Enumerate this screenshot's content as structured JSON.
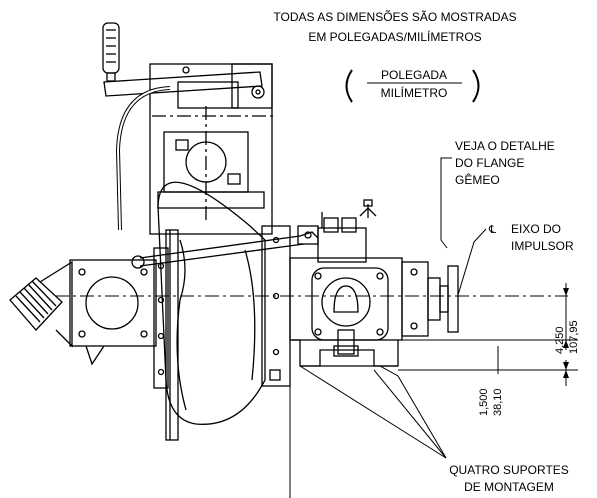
{
  "header": {
    "line1": "TODAS AS DIMENSÕES SÃO MOSTRADAS",
    "line2": "EM POLEGADAS/MILÍMETROS",
    "unit_numerator": "POLEGADA",
    "unit_denominator": "MILÍMETRO"
  },
  "callouts": {
    "flange_line1": "VEJA O DETALHE",
    "flange_line2": "DO FLANGE",
    "flange_line3": "GÊMEO",
    "axis_line1": "EIXO DO",
    "axis_line2": "IMPULSOR",
    "feet_line1": "QUATRO SUPORTES",
    "feet_line2": "DE MONTAGEM"
  },
  "dimensions": {
    "upper_in": "4,250",
    "upper_mm": "107,95",
    "lower_in": "1,500",
    "lower_mm": "38,10"
  },
  "colors": {
    "line": "#000000",
    "background": "#ffffff"
  }
}
